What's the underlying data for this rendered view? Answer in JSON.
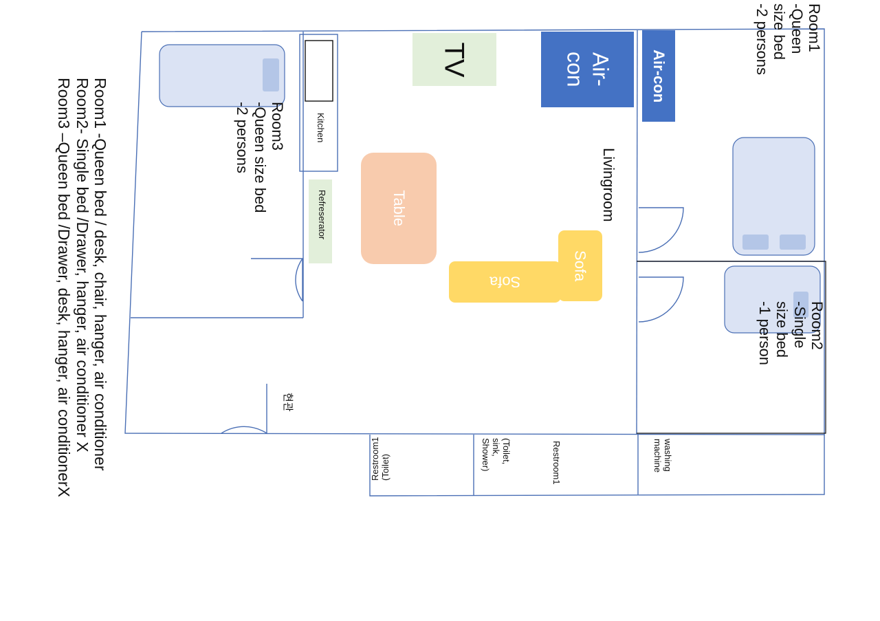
{
  "colors": {
    "wall": "#4a6fb5",
    "bed_fill": "#dbe3f4",
    "pillow": "#b4c6e7",
    "aircon": "#4472c4",
    "tv": "#e2efda",
    "table": "#f8cbad",
    "sofa": "#ffd966",
    "fridge": "#e2efda"
  },
  "rooms": {
    "room1": [
      "Room1",
      "-Queen",
      "size bed",
      "-2 persons"
    ],
    "room2": [
      "Room2",
      "-Single",
      "size bed",
      "-1 person"
    ],
    "room3": [
      "Room3",
      "-Queen size bed",
      "-2 persons"
    ]
  },
  "labels": {
    "tv": "TV",
    "aircon_living": [
      "Air-",
      "con"
    ],
    "aircon_room1": "Air-con",
    "livingroom": "Livingroom",
    "kitchen": "Kitchen",
    "refrigerator": "Refreserator",
    "table": "Table",
    "sofa_long": "Sofa",
    "sofa_short": "Sofa",
    "entrance": "현관",
    "restroom_toilet": [
      "Restroom1",
      "(Toilet)"
    ],
    "restroom_full": [
      "Restroom1",
      "(Toilet,",
      "sink,",
      "Shower)"
    ],
    "washing": [
      "washing",
      "machine"
    ]
  },
  "legend": [
    "Room1 -Queen bed   / desk, chair, hanger, air conditioner",
    "Room2- Single bed     /Drawer, hanger, air conditioner X",
    "Room3 –Queen bed     /Drawer, desk, hanger, air conditionerX"
  ]
}
